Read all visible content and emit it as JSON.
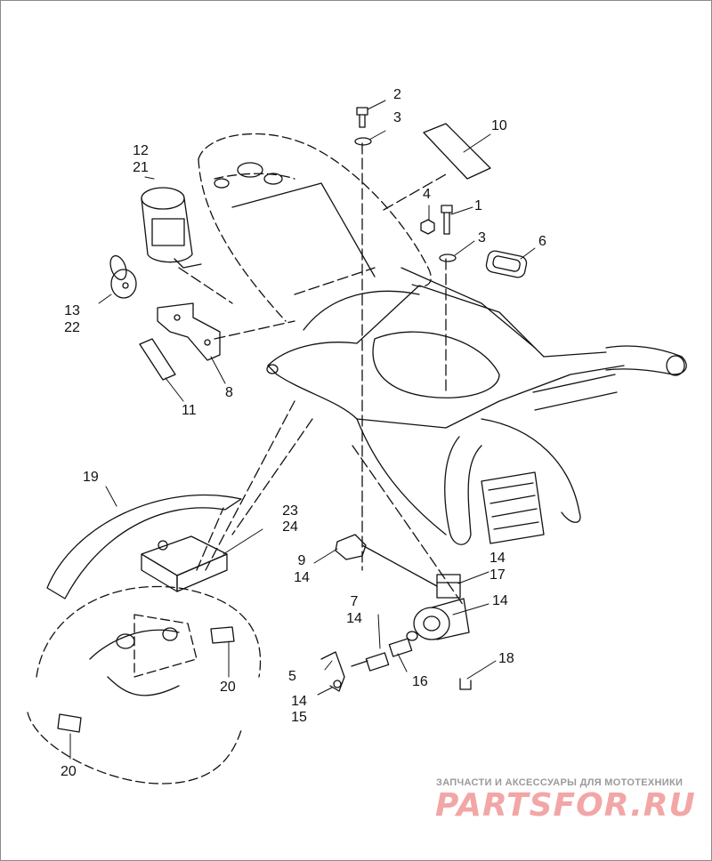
{
  "callouts": {
    "c1": "1",
    "c2": "2",
    "c3a": "3",
    "c3b": "3",
    "c4": "4",
    "c5": "5",
    "c6": "6",
    "c7": "7",
    "c8": "8",
    "c9": "9",
    "c10": "10",
    "c11": "11",
    "c12": "12",
    "c21": "21",
    "c13": "13",
    "c22": "22",
    "c14a": "14",
    "c14b": "14",
    "c14c": "14",
    "c14d": "14",
    "c14e": "14",
    "c15": "15",
    "c16": "16",
    "c17": "17",
    "c18": "18",
    "c19": "19",
    "c20a": "20",
    "c20b": "20",
    "c23": "23",
    "c24": "24"
  },
  "watermark": {
    "caption": "ЗАПЧАСТИ И АКСЕССУАРЫ ДЛЯ МОТОТЕХНИКИ",
    "logo": "PARTSFOR.RU"
  },
  "colors": {
    "line": "#111111",
    "watermark_red": "#f2a6a6",
    "watermark_gray": "#9a9a9a"
  }
}
